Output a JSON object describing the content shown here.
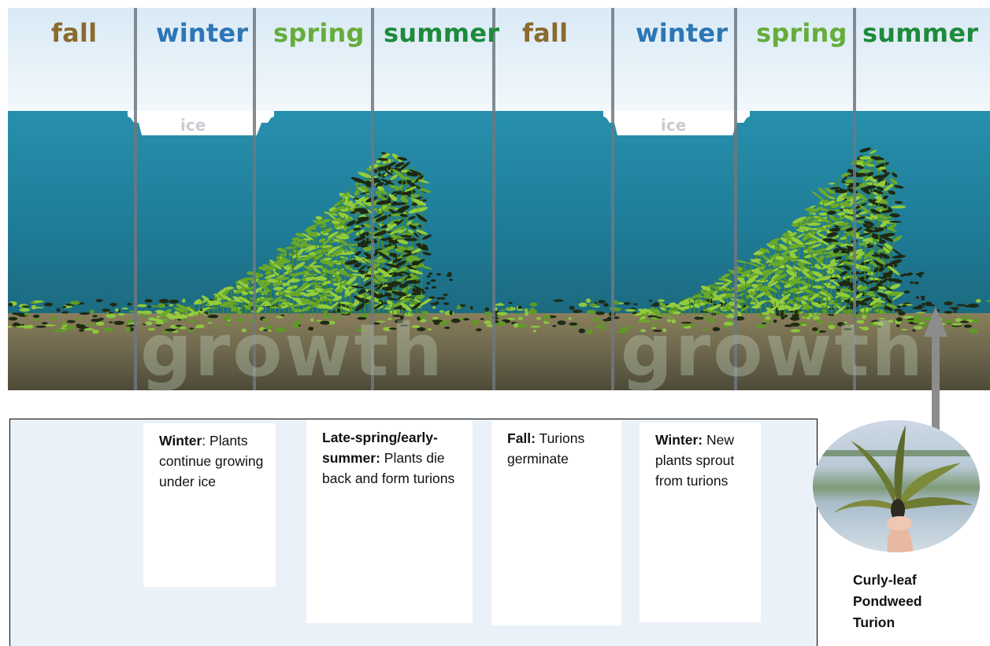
{
  "seasons": [
    {
      "label": "fall",
      "color": "#8b6a2e"
    },
    {
      "label": "winter",
      "color": "#2d76b6"
    },
    {
      "label": "spring",
      "color": "#66ad3c"
    },
    {
      "label": "summer",
      "color": "#1e8b3c"
    },
    {
      "label": "fall",
      "color": "#8b6a2e"
    },
    {
      "label": "winter",
      "color": "#2d76b6"
    },
    {
      "label": "spring",
      "color": "#66ad3c"
    },
    {
      "label": "summer",
      "color": "#1e8b3c"
    }
  ],
  "ice_label": "ice",
  "growth_label": "growth",
  "cards": [
    {
      "bold": "Winter",
      "rest": ": Plants continue growing under ice"
    },
    {
      "bold": "Late-spring/early-summer:",
      "rest": " Plants die back and form turions"
    },
    {
      "bold": "Fall:",
      "rest": " Turions germinate"
    },
    {
      "bold": "Winter:",
      "rest": " New plants sprout from turions"
    }
  ],
  "turion_caption": "Curly-leaf Pondweed Turion",
  "colors": {
    "sky_top": "#daeaf6",
    "water": "#2a8fa8",
    "sediment": "#7b7358",
    "panel": "#eaf1f9",
    "plant": "#7bb82a",
    "divider": "#6f7880"
  }
}
